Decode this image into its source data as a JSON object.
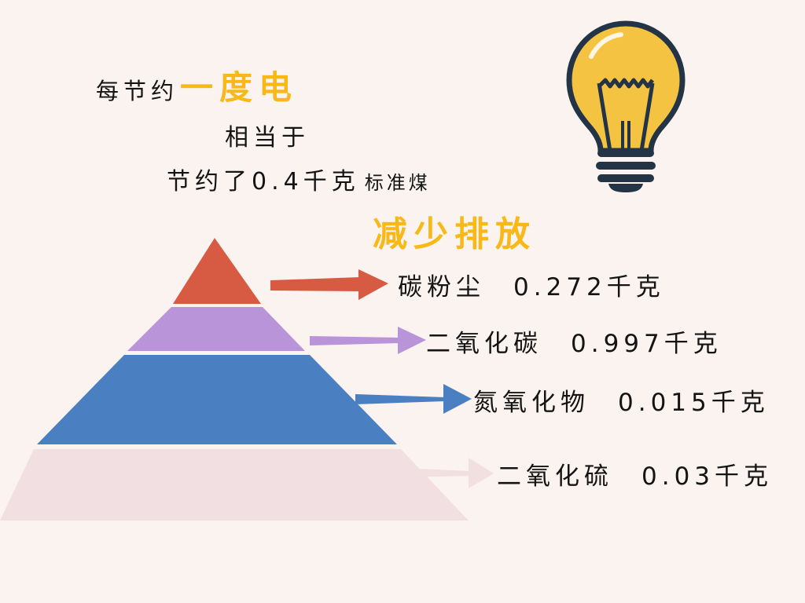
{
  "header": {
    "line1_prefix": "每节约",
    "line1_highlight": "一度电",
    "line2": "相当于",
    "line3_main": "节约了0.4千克",
    "line3_small": "标准煤"
  },
  "emissions_heading": "减少排放",
  "pyramid": {
    "levels": [
      {
        "name": "碳粉尘",
        "amount": "0.272千克",
        "color": "#d75a43"
      },
      {
        "name": "二氧化碳",
        "amount": "0.997千克",
        "color": "#b994d8"
      },
      {
        "name": "氮氧化物",
        "amount": "0.015千克",
        "color": "#4a7fc1"
      },
      {
        "name": "二氧化硫",
        "amount": "0.03千克",
        "color": "#f1dfe2"
      }
    ]
  },
  "colors": {
    "background": "#fbf3ef",
    "accent": "#f8b818",
    "text": "#141414",
    "bulb_glass": "#f5c342",
    "bulb_base": "#233447"
  },
  "icons": {
    "bulb": "light-bulb-icon"
  }
}
